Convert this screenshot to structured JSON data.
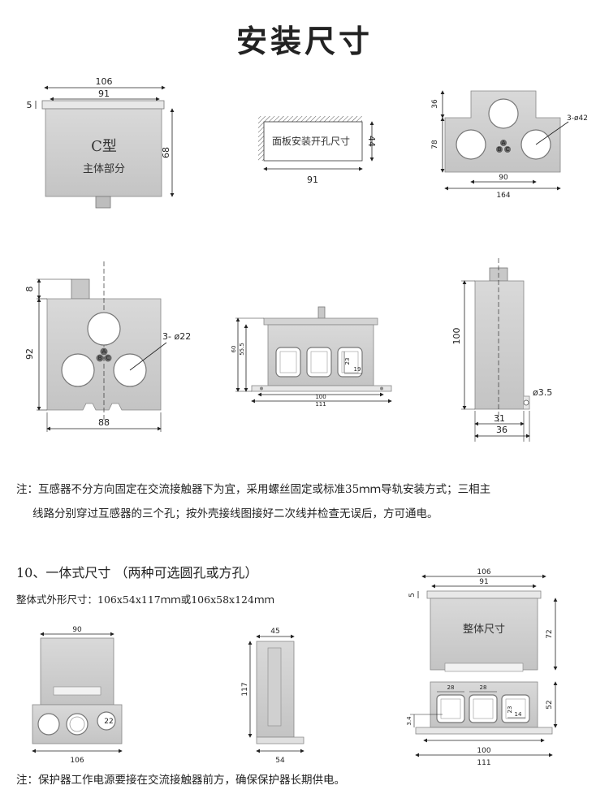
{
  "title": "安装尺寸",
  "figures": {
    "main_body": {
      "label_type": "C型",
      "label_part": "主体部分",
      "dim_106": "106",
      "dim_91": "91",
      "dim_5": "5",
      "dim_68": "68"
    },
    "panel_cutout": {
      "label": "面板安装开孔尺寸",
      "dim_44": "44",
      "dim_91": "91"
    },
    "top_three_hole": {
      "dim_36": "36",
      "dim_78": "78",
      "dim_90": "90",
      "dim_164": "164",
      "hole_label": "3-ø42",
      "phase_a": "A",
      "phase_b": "B",
      "phase_c": "C"
    },
    "front_view": {
      "dim_8": "8",
      "dim_92": "92",
      "dim_88": "88",
      "hole_label": "3- ø22",
      "phase_a": "A",
      "phase_b": "B",
      "phase_c": "C"
    },
    "rail_view": {
      "dim_60": "60",
      "dim_55_5": "55.5",
      "dim_23": "23",
      "dim_19": "19",
      "dim_100": "100",
      "dim_111": "111"
    },
    "side_view": {
      "dim_100": "100",
      "dim_3_5": "ø3.5",
      "dim_31": "31",
      "dim_36": "36"
    }
  },
  "note1_line1": "注：互感器不分方向固定在交流接触器下为宜，采用螺丝固定或标准35ｍｍ导轨安装方式；三相主",
  "note1_line2": "线路分别穿过互感器的三个孔；按外壳接线图接好二次线并检查无误后，方可通电。",
  "section10_title": "10、一体式尺寸 （两种可选圆孔或方孔）",
  "section10_subtitle": "整体式外形尺寸：106x54x117ｍｍ或106x58x124ｍｍ",
  "integrated": {
    "front": {
      "dim_90": "90",
      "dim_106": "106",
      "hole_label": "22"
    },
    "side": {
      "dim_45": "45",
      "dim_117": "117",
      "dim_54": "54"
    },
    "full": {
      "label": "整体尺寸",
      "dim_106": "106",
      "dim_91": "91",
      "dim_5": "5",
      "dim_72": "72",
      "dim_52": "52",
      "dim_28a": "28",
      "dim_28b": "28",
      "dim_14": "14",
      "dim_23": "23",
      "dim_100": "100",
      "dim_111": "111",
      "dim_hole_small": "3.4"
    }
  },
  "note2": "注：保护器工作电源要接在交流接触器前方，确保保护器长期供电。"
}
